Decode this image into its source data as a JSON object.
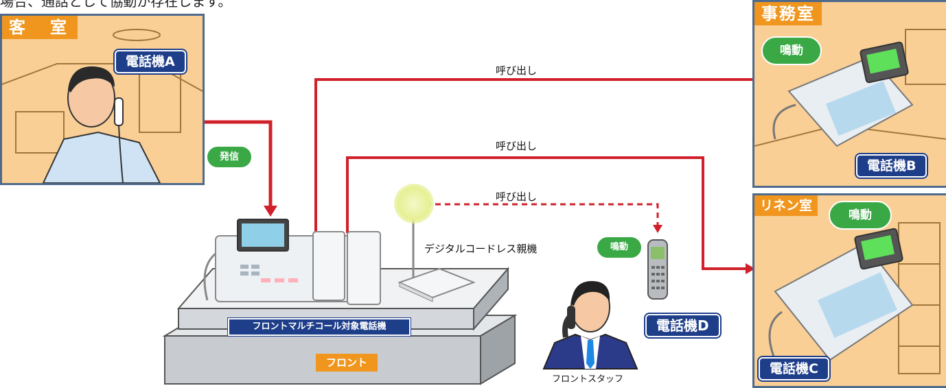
{
  "caption": "場合、通話として協動が存在します。",
  "rooms": {
    "guest": {
      "tag": "客　室",
      "phone": "電話機A"
    },
    "office": {
      "tag": "事務室",
      "phone": "電話機B",
      "ring": "鳴動"
    },
    "linen": {
      "tag": "リネン室",
      "phone": "電話機C",
      "ring": "鳴動"
    }
  },
  "call_out": "発信",
  "calls": [
    "呼び出し",
    "呼び出し",
    "呼び出し"
  ],
  "cordless_base": "デジタルコードレス親機",
  "front_phone": "フロントマルチコール対象電話機",
  "front": "フロント",
  "handset": {
    "ring": "鳴動",
    "phone": "電話機D"
  },
  "staff": "フロントスタッフ",
  "colors": {
    "line": "#d0202a",
    "label": "#1e3e8a",
    "ring": "#39a845",
    "tag": "#f0961e",
    "room": "#f9cf95"
  }
}
